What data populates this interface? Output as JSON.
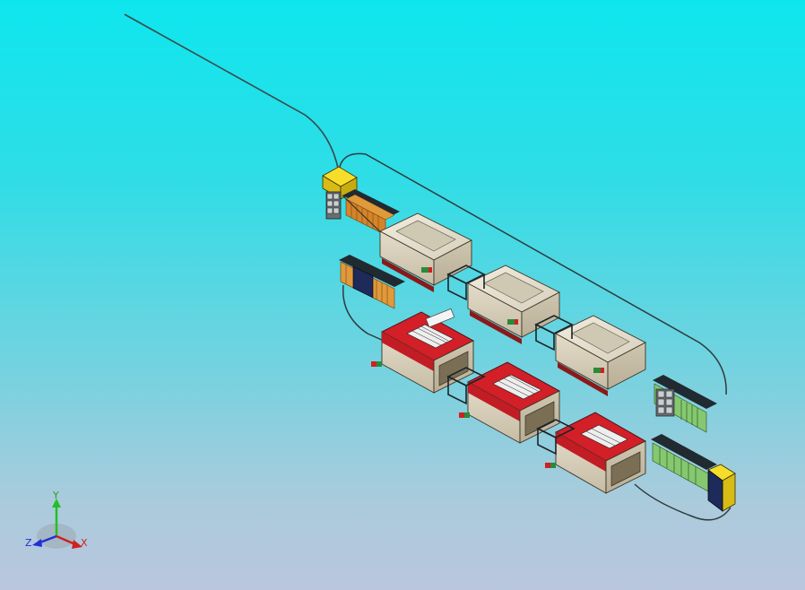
{
  "view": {
    "background_top": "#0ee6ee",
    "background_bottom": "#b9c6de"
  },
  "triad": {
    "y_label": "Y",
    "x_label": "X",
    "z_label": "Z",
    "y_color": "#22c022",
    "x_color": "#d02020",
    "z_color": "#2030d0"
  },
  "colors": {
    "machine_body": "#ddd6c4",
    "machine_red": "#d21f28",
    "conveyor_orange": "#e09a3a",
    "conveyor_green": "#86c870",
    "loader_yellow": "#f0d020",
    "frame_dark": "#202a30"
  }
}
